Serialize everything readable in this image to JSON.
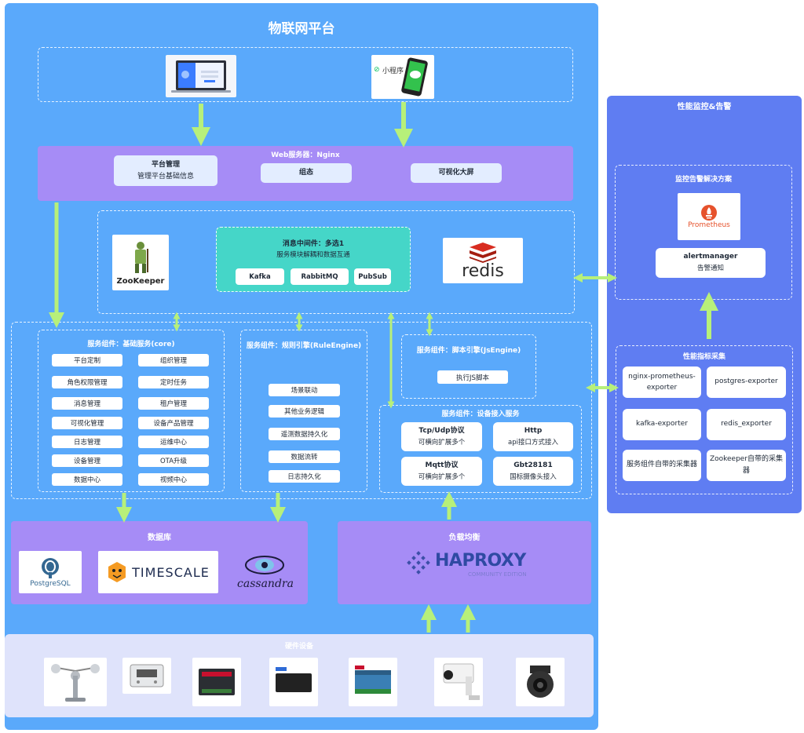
{
  "platform": {
    "title": "物联网平台"
  },
  "clients": {
    "miniapp_label": "小程序"
  },
  "web": {
    "title": "Web服务器：Nginx",
    "mgmt_title": "平台管理",
    "mgmt_sub": "管理平台基础信息",
    "zutai": "组态",
    "bigscreen": "可视化大屏"
  },
  "middleware": {
    "title": "消息中间件：多选1",
    "subtitle": "服务模块解耦和数据互通",
    "options": [
      "Kafka",
      "RabbitMQ",
      "PubSub"
    ],
    "zookeeper_label": "ZooKeeper",
    "redis_label": "redis"
  },
  "core": {
    "title": "服务组件：基础服务(core)",
    "left": [
      "平台定制",
      "角色权限管理",
      "消息管理",
      "可视化管理",
      "日志管理",
      "设备管理",
      "数据中心"
    ],
    "right": [
      "组织管理",
      "定时任务",
      "租户管理",
      "设备产品管理",
      "运维中心",
      "OTA升级",
      "视频中心"
    ]
  },
  "rule": {
    "title": "服务组件：规则引擎(RuleEngine)",
    "items": [
      "场景联动",
      "其他业务逻辑",
      "遥测数据持久化",
      "数据流转",
      "日志持久化"
    ]
  },
  "script": {
    "title": "服务组件：脚本引擎(JsEngine)",
    "item": "执行JS脚本"
  },
  "access": {
    "title": "服务组件：设备接入服务",
    "cards": [
      {
        "title": "Tcp/Udp协议",
        "sub": "可横向扩展多个"
      },
      {
        "title": "Http",
        "sub": "api接口方式接入"
      },
      {
        "title": "Mqtt协议",
        "sub": "可横向扩展多个"
      },
      {
        "title": "Gbt28181",
        "sub": "国标摄像头接入"
      }
    ]
  },
  "database": {
    "title": "数据库",
    "postgres_label": "PostgreSQL",
    "timescale_label": "TIMESCALE",
    "cassandra_label": "cassandra"
  },
  "lb": {
    "title": "负载均衡",
    "haproxy_label": "HAPROXY",
    "haproxy_sub": "COMMUNITY EDITION"
  },
  "hardware": {
    "title": "硬件设备"
  },
  "monitor": {
    "title": "性能监控&告警",
    "solution_title": "监控告警解决方案",
    "prometheus_label": "Prometheus",
    "alert_title": "alertmanager",
    "alert_sub": "告警通知",
    "metrics_title": "性能指标采集",
    "exporters": [
      "nginx-prometheus-exporter",
      "postgres-exporter",
      "kafka-exporter",
      "redis_exporter",
      "服务组件自带的采集器",
      "Zookeeper自带的采集器"
    ]
  },
  "colors": {
    "main_bg": "#5aa9fb",
    "monitor_bg": "#5f7df2",
    "purple": "#a68cf6",
    "teal": "#45d6c8",
    "arrow": "#b7f07a",
    "hardware_bg": "#dfe3fb"
  }
}
